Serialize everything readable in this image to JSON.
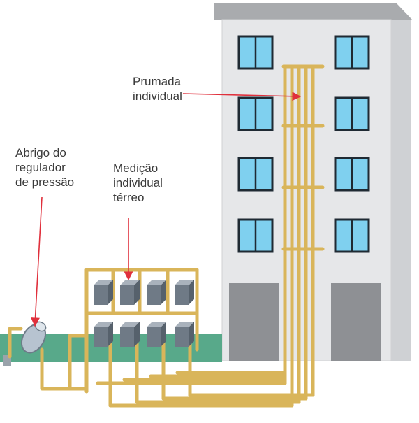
{
  "labels": {
    "prumada": "Prumada\nindividual",
    "abrigo": "Abrigo do\nregulador\nde pressão",
    "medicao": "Medição\nindividual\ntérreo"
  },
  "colors": {
    "pipe": "#d9b55a",
    "pipe_edge": "#b8922e",
    "building_face": "#e6e7e9",
    "building_side": "#cfd1d4",
    "roof": "#a9abae",
    "window": "#7fd0ef",
    "window_frame": "#1f2a33",
    "door": "#8e9094",
    "ground": "#58a98a",
    "meter": "#8d97a3",
    "arrow": "#e0303c"
  }
}
